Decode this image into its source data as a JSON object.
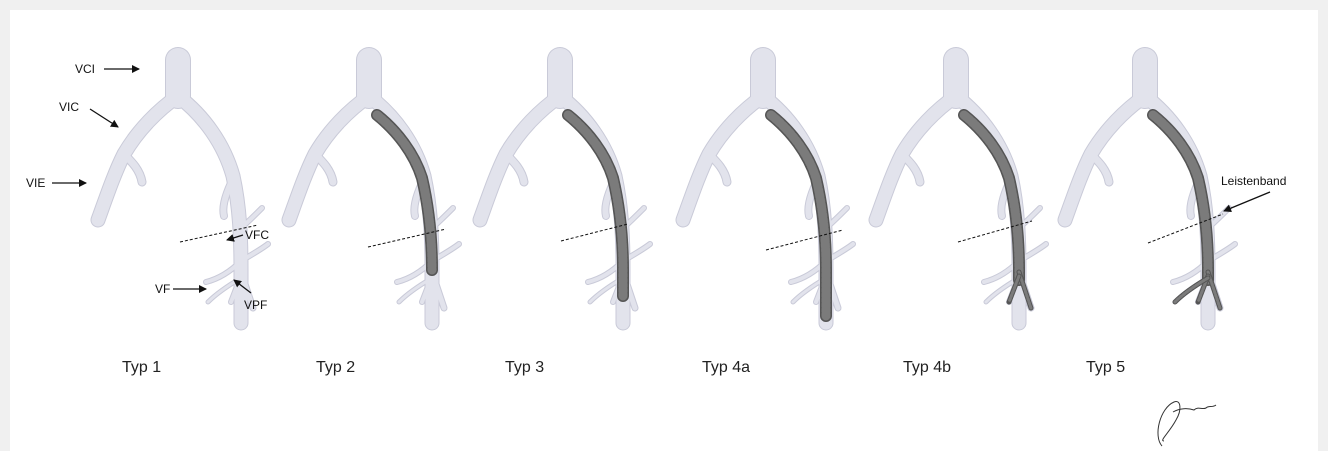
{
  "colors": {
    "vein_fill": "#e2e3ec",
    "vein_shadow": "#c9cad8",
    "thrombus": "#7b7b7b",
    "thrombus_dark": "#555555",
    "ink": "#111111"
  },
  "anatomy_labels": {
    "vci": "VCI",
    "vic": "VIC",
    "vie": "VIE",
    "vfc": "VFC",
    "vf": "VF",
    "vpf": "VPF",
    "inguinal_ligament": "Leistenband"
  },
  "panels": [
    {
      "id": "typ-1",
      "caption": "Typ 1"
    },
    {
      "id": "typ-2",
      "caption": "Typ 2"
    },
    {
      "id": "typ-3",
      "caption": "Typ 3"
    },
    {
      "id": "typ-4a",
      "caption": "Typ 4a"
    },
    {
      "id": "typ-4b",
      "caption": "Typ 4b"
    },
    {
      "id": "typ-5",
      "caption": "Typ 5"
    }
  ]
}
